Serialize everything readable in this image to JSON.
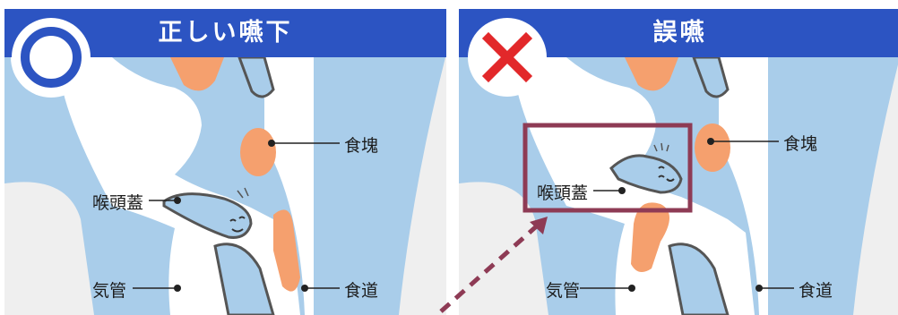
{
  "panels": {
    "correct": {
      "title": "正しい嚥下",
      "mark": "circle-mark-icon",
      "labels": {
        "bolus": "食塊",
        "epiglottis": "喉頭蓋",
        "trachea": "気管",
        "esophagus": "食道"
      }
    },
    "incorrect": {
      "title": "誤嚥",
      "mark": "cross-mark-icon",
      "labels": {
        "bolus": "食塊",
        "epiglottis": "喉頭蓋",
        "trachea": "気管",
        "esophagus": "食道"
      }
    }
  },
  "colors": {
    "header": "#2c54c2",
    "tissue": "#a9cdea",
    "airway": "#ffffff",
    "bolus": "#f5a06e",
    "outline": "#555555",
    "highlight_box": "#8e3b55",
    "bone": "#efefef",
    "cross": "#e2282a"
  }
}
